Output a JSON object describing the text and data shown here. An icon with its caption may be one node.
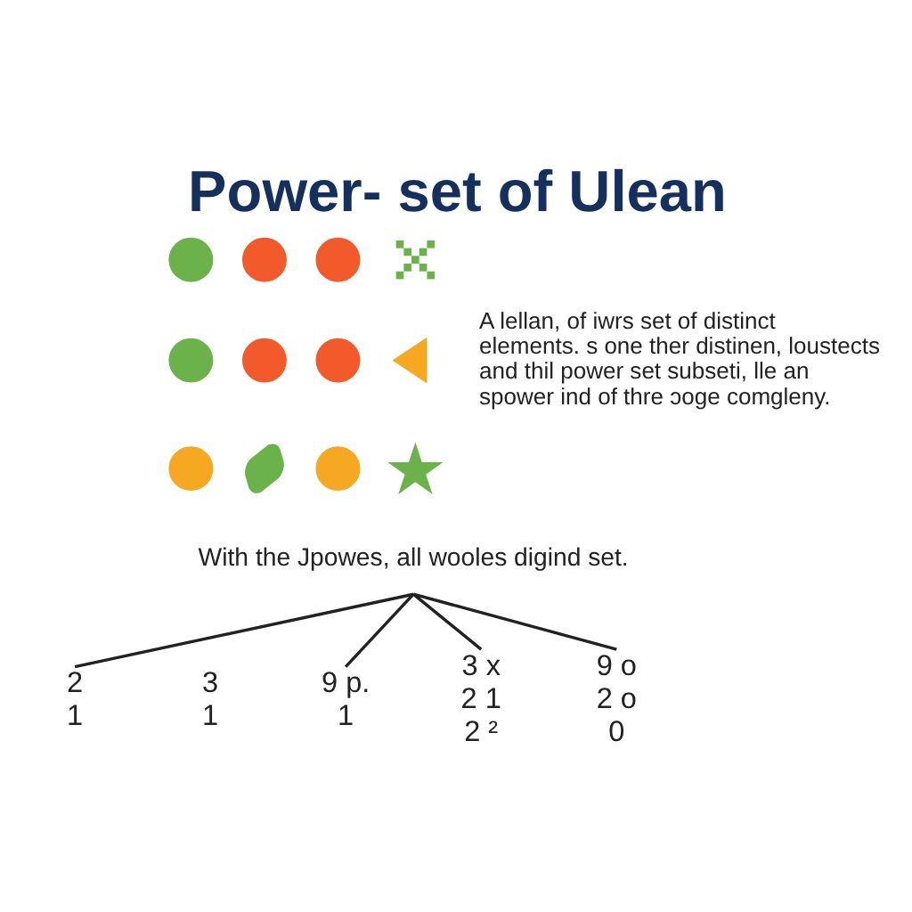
{
  "diagram": {
    "title": "Power- set of Ulean",
    "nodes": [
      {
        "text": [],
        "shape": "circle"
      },
      {
        "text": [],
        "shape": "circle"
      },
      {
        "text": [],
        "shape": "circle"
      },
      {
        "text": [],
        "shape": "cross"
      },
      {
        "text": [],
        "shape": "circle"
      },
      {
        "text": [],
        "shape": "circle"
      },
      {
        "text": [],
        "shape": "circle"
      },
      {
        "text": [],
        "shape": "triangle"
      },
      {
        "text": [],
        "shape": "circle"
      },
      {
        "text": [],
        "shape": "pin"
      },
      {
        "text": [],
        "shape": "circle"
      },
      {
        "text": [],
        "shape": "star"
      },
      {
        "text": [
          "With the Jpowes, all wooles digind set."
        ]
      },
      {
        "text": [
          "2",
          "1"
        ]
      },
      {
        "text": [
          "9 p.",
          "1"
        ]
      },
      {
        "text": [
          "3 x",
          "2 1",
          "2 ²"
        ]
      },
      {
        "text": [
          "9 o",
          "2 o",
          "0"
        ]
      }
    ],
    "edges": [
      {
        "from": 12,
        "to": 13,
        "arrow": "none"
      },
      {
        "from": 12,
        "to": 14,
        "arrow": "none"
      },
      {
        "from": 12,
        "to": 15,
        "arrow": "none"
      },
      {
        "from": 12,
        "to": 16,
        "arrow": "none"
      }
    ],
    "labels": [
      "A lellan, of iwrs set of distinct elements. s one ther distinen, loustects and thil power set subseti, lle an spower ind of thre ɔoge comgleny.",
      "3 1"
    ]
  }
}
